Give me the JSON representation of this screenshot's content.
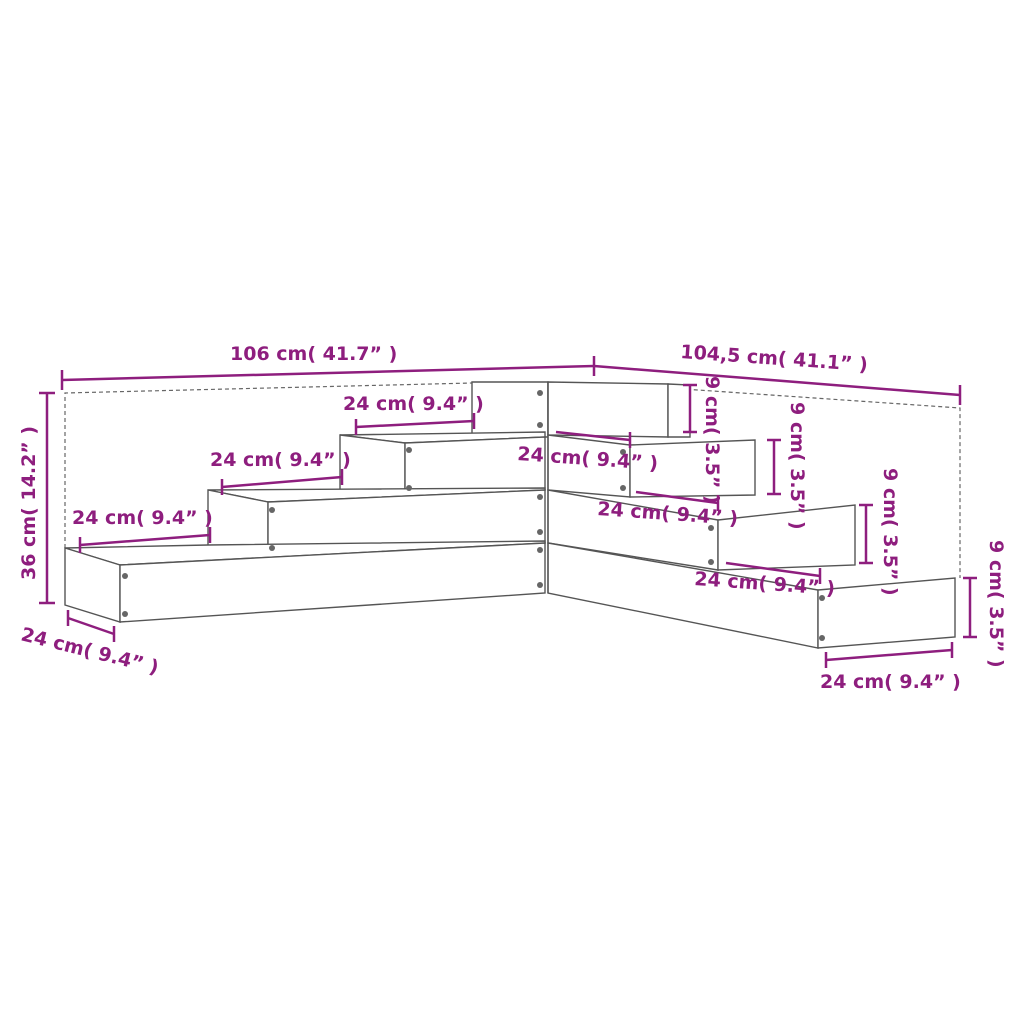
{
  "accent_color": "#8e1e7e",
  "dimensions": {
    "total_length_left": "106 cm( 41.7” )",
    "total_length_right": "104,5 cm( 41.1” )",
    "total_height": "36 cm( 14.2” )",
    "depth_front_left": "24 cm( 9.4” )",
    "depth_front_right": "24 cm( 9.4” )",
    "left_steps": [
      "24 cm( 9.4” )",
      "24 cm( 9.4” )",
      "24 cm( 9.4” )"
    ],
    "right_steps": [
      "24 cm( 9.4” )",
      "24 cm( 9.4” )",
      "24 cm( 9.4” )"
    ],
    "step_heights": [
      "9 cm( 3.5” )",
      "9 cm( 3.5” )",
      "9 cm( 3.5” )",
      "9 cm( 3.5” )"
    ]
  }
}
